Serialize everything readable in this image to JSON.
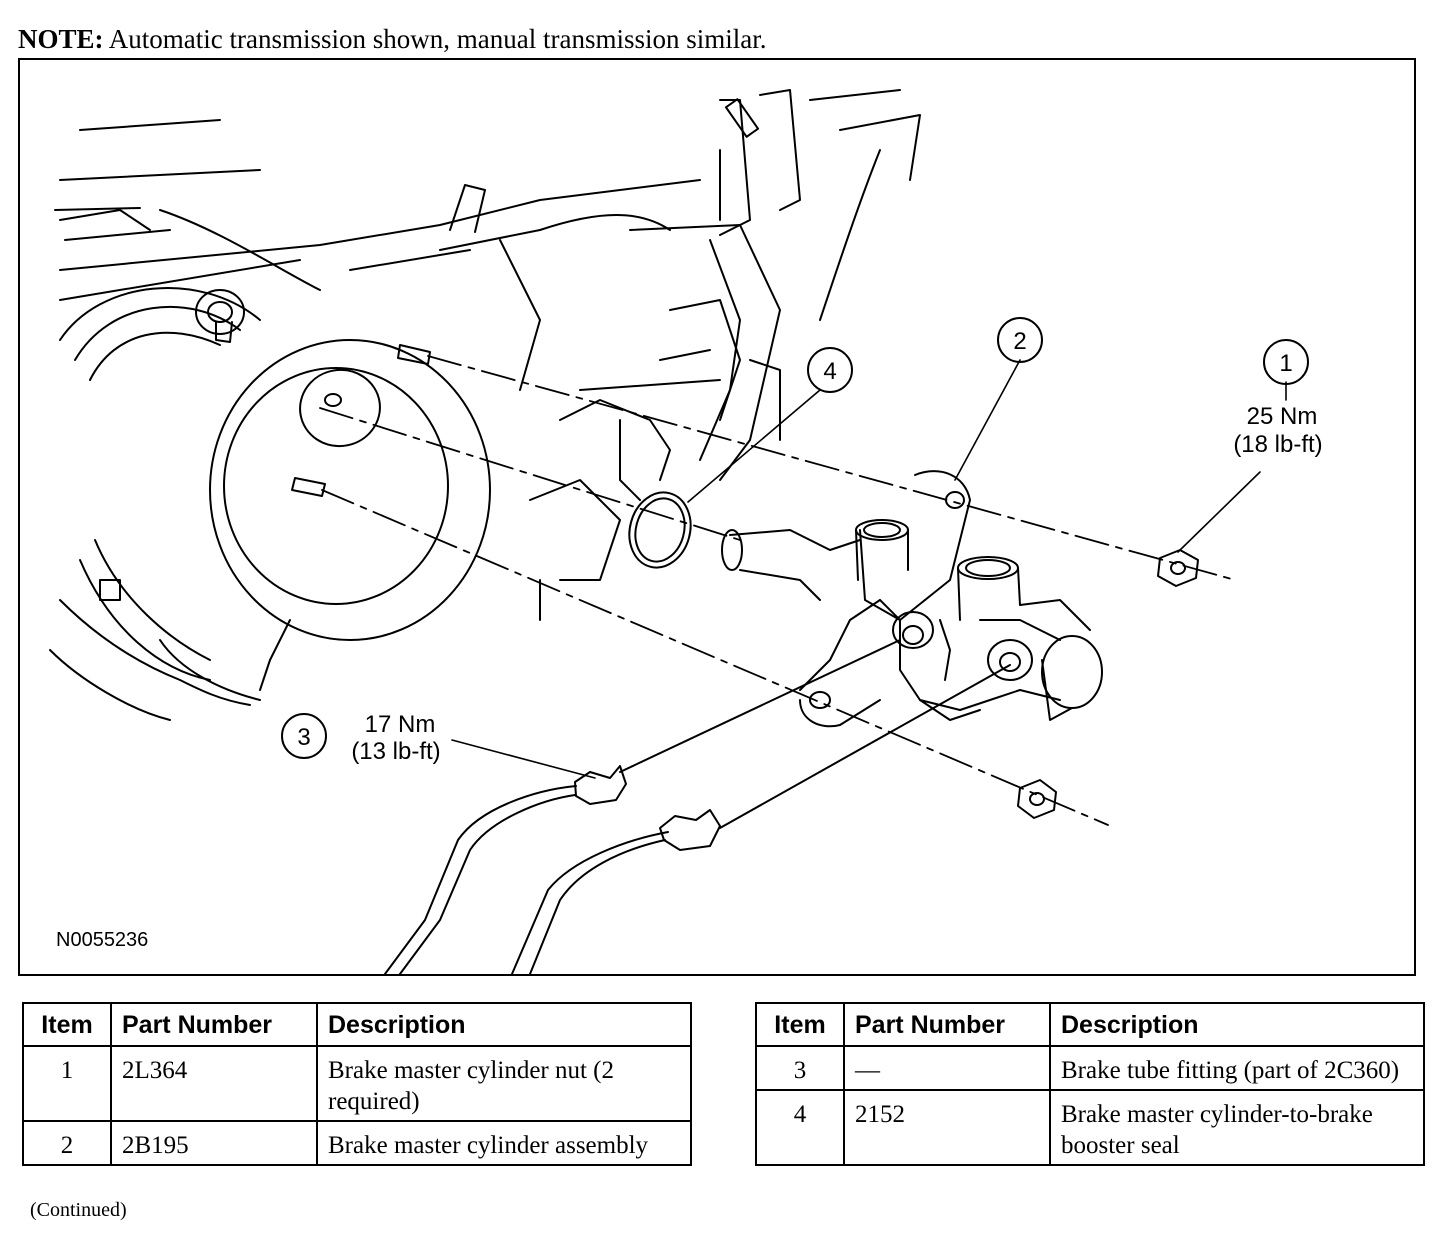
{
  "note": {
    "label": "NOTE:",
    "text": " Automatic transmission shown, manual transmission similar."
  },
  "figure": {
    "id_label": "N0055236",
    "callouts": [
      {
        "item": "1",
        "torque_nm": "25 Nm",
        "torque_lbft": "(18 lb-ft)"
      },
      {
        "item": "2"
      },
      {
        "item": "3",
        "torque_nm": "17 Nm",
        "torque_lbft": "(13 lb-ft)"
      },
      {
        "item": "4"
      }
    ]
  },
  "tables": {
    "headers": {
      "item": "Item",
      "part_number": "Part Number",
      "description": "Description"
    },
    "left_rows": [
      {
        "item": "1",
        "part_number": "2L364",
        "description": "Brake master cylinder nut (2 required)"
      },
      {
        "item": "2",
        "part_number": "2B195",
        "description": "Brake master cylinder assembly"
      }
    ],
    "right_rows": [
      {
        "item": "3",
        "part_number": "—",
        "description": "Brake tube fitting (part of 2C360)"
      },
      {
        "item": "4",
        "part_number": "2152",
        "description": "Brake master cylinder-to-brake booster seal"
      }
    ]
  },
  "footer": {
    "continued": "(Continued)"
  }
}
